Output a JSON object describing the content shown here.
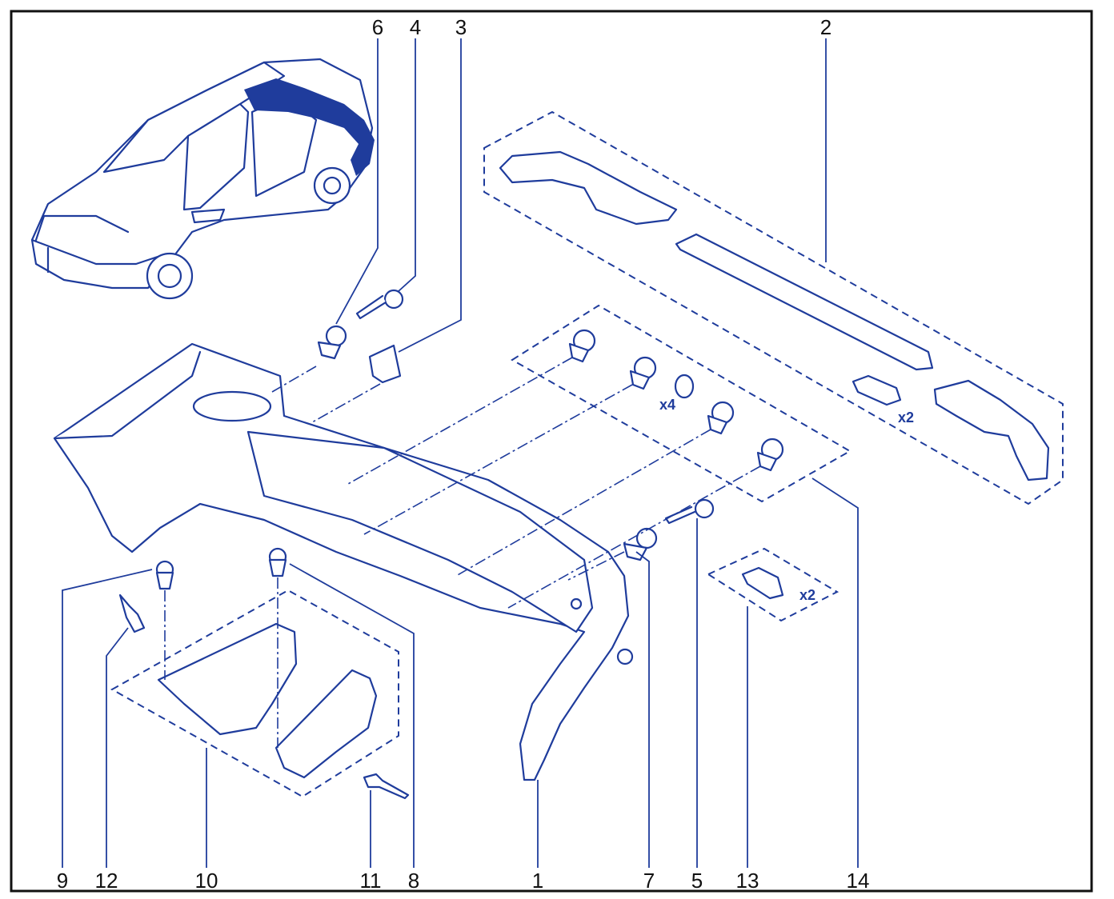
{
  "callouts": {
    "c1": "1",
    "c2": "2",
    "c3": "3",
    "c4": "4",
    "c5": "5",
    "c6": "6",
    "c7": "7",
    "c8": "8",
    "c9": "9",
    "c10": "10",
    "c11": "11",
    "c12": "12",
    "c13": "13",
    "c14": "14"
  },
  "quantities": {
    "clips": "x4",
    "end_brackets": "x2",
    "small_brackets": "x2"
  },
  "colors": {
    "line": "#1f3c9c",
    "frame": "#111111",
    "background": "#ffffff"
  }
}
